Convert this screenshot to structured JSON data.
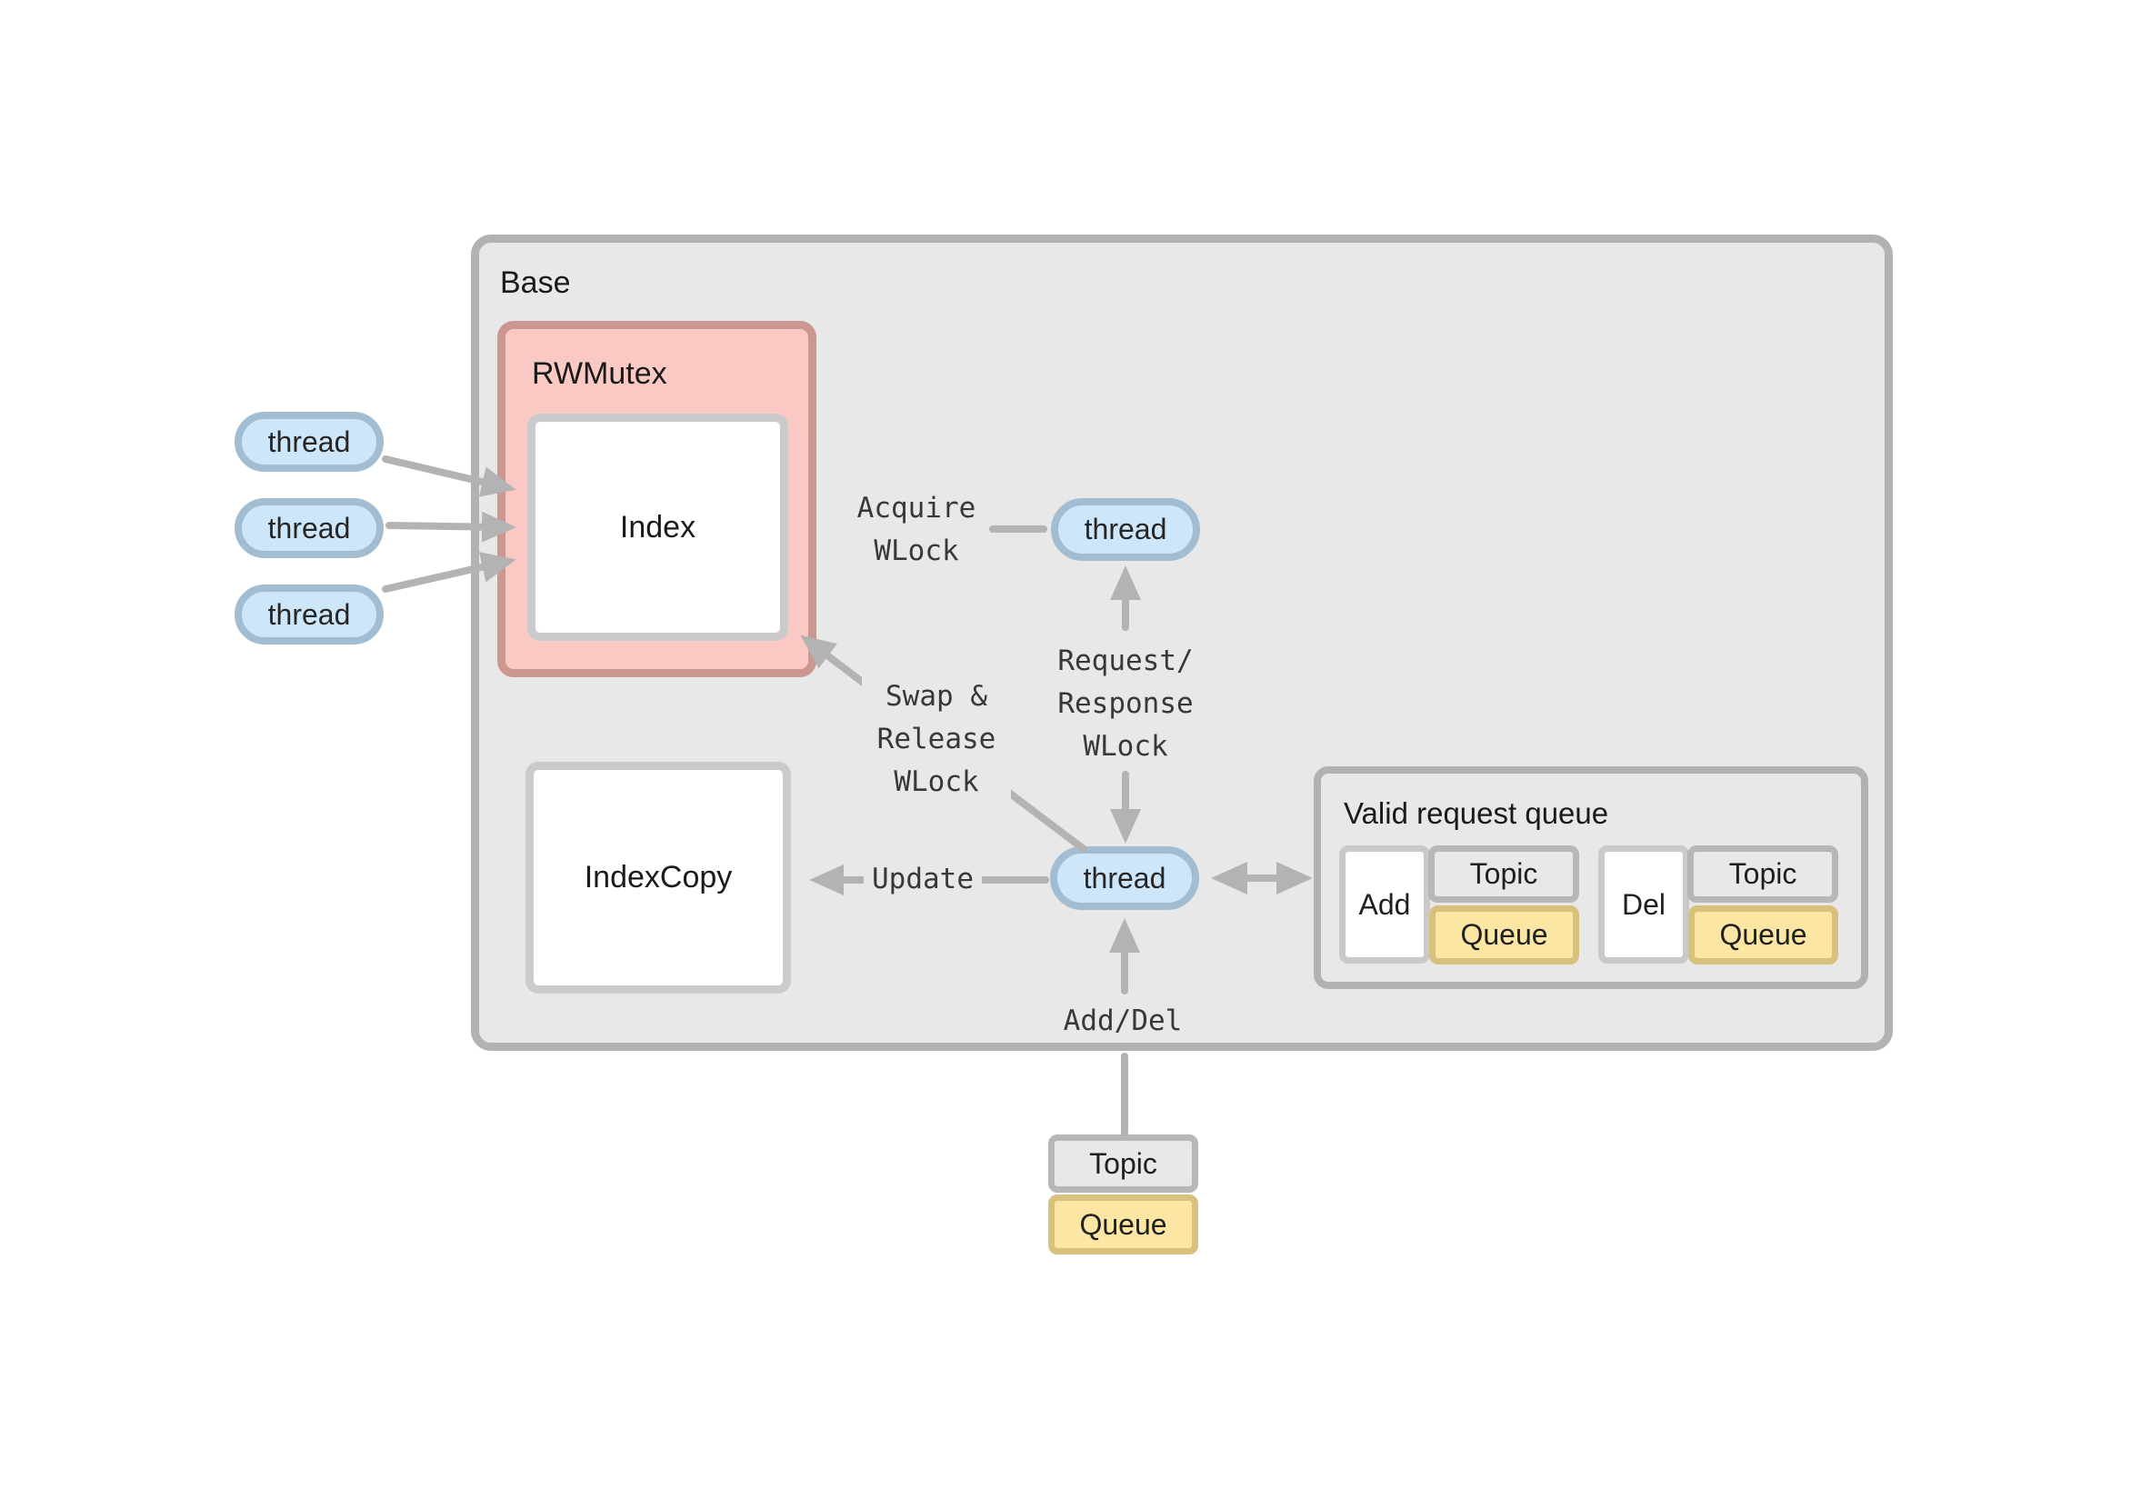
{
  "base": {
    "label": "Base"
  },
  "rwmutex": {
    "label": "RWMutex"
  },
  "index": {
    "label": "Index"
  },
  "index_copy": {
    "label": "IndexCopy"
  },
  "threads": {
    "label": "thread"
  },
  "edge_labels": {
    "acquire": [
      "Acquire",
      "WLock"
    ],
    "request_response": [
      "Request/",
      "Response",
      "WLock"
    ],
    "swap_release": [
      "Swap &",
      "Release",
      "WLock"
    ],
    "update": "Update",
    "add_del": "Add/Del"
  },
  "valid_request_queue": {
    "title": "Valid request queue",
    "add": {
      "label": "Add",
      "topic": "Topic",
      "queue": "Queue"
    },
    "del": {
      "label": "Del",
      "topic": "Topic",
      "queue": "Queue"
    }
  },
  "incoming": {
    "topic": "Topic",
    "queue": "Queue"
  },
  "colors": {
    "base_fill": "#e8e8e8",
    "base_border": "#b2b2b2",
    "mutex_fill": "#fbc9c3",
    "mutex_border": "#cb9790",
    "box_fill": "#ffffff",
    "box_border": "#cbcbcb",
    "thread_fill": "#cde6fa",
    "thread_border": "#a2bdd2",
    "topic_fill": "#e8e8e8",
    "queue_fill": "#fbe7a3",
    "queue_border": "#d8c17c",
    "arrow": "#b3b3b3",
    "mono_text": "#383838",
    "text": "#1a1a1a"
  }
}
